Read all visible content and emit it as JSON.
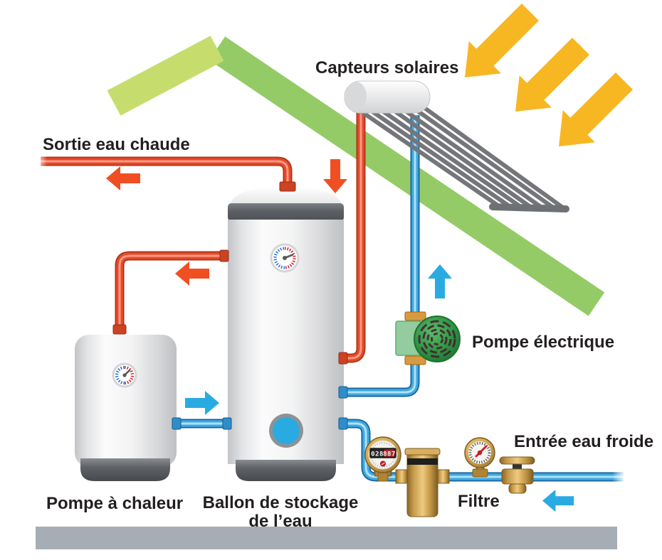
{
  "labels": {
    "capteurs_solaires": "Capteurs solaires",
    "sortie_eau_chaude": "Sortie eau chaude",
    "pompe_electrique": "Pompe électrique",
    "entree_eau_froide": "Entrée eau froide",
    "filtre": "Filtre",
    "pompe_a_chaleur": "Pompe à chaleur",
    "ballon_line1": "Ballon de stockage",
    "ballon_line2": "de l’eau"
  },
  "meter": {
    "digits_black": "028",
    "digits_red": "887"
  },
  "arrows": {
    "sun_rays": 3,
    "hot_flow_directions": [
      "left",
      "left",
      "down"
    ],
    "cold_flow_directions": [
      "up",
      "right",
      "left"
    ]
  },
  "colors": {
    "hot": "#e8492a",
    "cold": "#3fa9e0",
    "flow_hot_arrow": "#f04f23",
    "flow_cold_arrow": "#29abe2",
    "roof_left": "#c6dd6e",
    "roof_right": "#94cb66",
    "sun_arrow": "#f7b723",
    "pump_green": "#2f9444",
    "brass": "#c59a4a",
    "ground": "#a6adb5",
    "text": "#231f20"
  }
}
